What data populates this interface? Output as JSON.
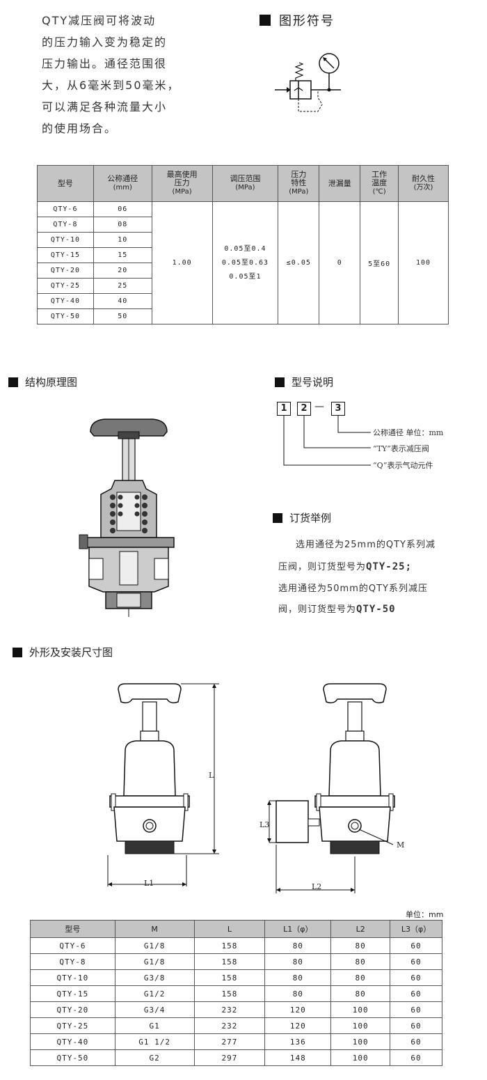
{
  "intro": {
    "lines": [
      "QTY减压阀可将波动",
      "的压力输入变为稳定的",
      "压力输出。通径范围很",
      "大，从6毫米到50毫米，",
      "可以满足各种流量大小",
      "的使用场合。"
    ]
  },
  "sections": {
    "symbol": "图形符号",
    "structure": "结构原理图",
    "model_desc": "型号说明",
    "order": "订货举例",
    "dimensions": "外形及安装尺寸图"
  },
  "spec_table": {
    "headers": {
      "model": "型号",
      "bore": "公称通径",
      "bore_unit": "(mm)",
      "maxp1": "最高使用",
      "maxp2": "压力",
      "maxp_unit": "(MPa)",
      "range": "调压范围",
      "range_unit": "(MPa)",
      "pchar1": "压力",
      "pchar2": "特性",
      "pchar_unit": "(MPa)",
      "leak": "泄漏量",
      "temp1": "工作",
      "temp2": "温度",
      "temp_unit": "(℃)",
      "dur": "耐久性",
      "dur_unit": "(万次)"
    },
    "rows": [
      {
        "model": "QTY-6",
        "bore": "06"
      },
      {
        "model": "QTY-8",
        "bore": "08"
      },
      {
        "model": "QTY-10",
        "bore": "10"
      },
      {
        "model": "QTY-15",
        "bore": "15"
      },
      {
        "model": "QTY-20",
        "bore": "20"
      },
      {
        "model": "QTY-25",
        "bore": "25"
      },
      {
        "model": "QTY-40",
        "bore": "40"
      },
      {
        "model": "QTY-50",
        "bore": "50"
      }
    ],
    "shared": {
      "max_pressure": "1.00",
      "range1": "0.05至0.4",
      "range2": "0.05至0.63",
      "range3": "0.05至1",
      "pchar": "≤0.05",
      "leak": "0",
      "temp": "5至60",
      "durability": "100"
    }
  },
  "model_code": {
    "box1": "1",
    "box2": "2",
    "dash": "—",
    "box3": "3",
    "desc3": "公称通径 单位：mm",
    "desc2": "“TY”表示减压阀",
    "desc1": "“Q”表示气动元件"
  },
  "order": {
    "line1": "选用通径为25mm的QTY系列减",
    "line2a": "压阀，则订货型号为",
    "line2b": "QTY-25;",
    "line3": "选用通径为50mm的QTY系列减压",
    "line4a": "阀，则订货型号为",
    "line4b": "QTY-50"
  },
  "drawing_labels": {
    "L": "L",
    "L1": "L1",
    "L2": "L2",
    "L3": "L3",
    "M": "M"
  },
  "dims_table": {
    "unit": "单位：mm",
    "headers": [
      "型号",
      "M",
      "L",
      "L1（φ）",
      "L2",
      "L3（φ）"
    ],
    "rows": [
      [
        "QTY-6",
        "G1/8",
        "158",
        "80",
        "80",
        "60"
      ],
      [
        "QTY-8",
        "G1/8",
        "158",
        "80",
        "80",
        "60"
      ],
      [
        "QTY-10",
        "G3/8",
        "158",
        "80",
        "80",
        "60"
      ],
      [
        "QTY-15",
        "G1/2",
        "158",
        "80",
        "80",
        "60"
      ],
      [
        "QTY-20",
        "G3/4",
        "232",
        "120",
        "100",
        "60"
      ],
      [
        "QTY-25",
        "G1",
        "232",
        "120",
        "100",
        "60"
      ],
      [
        "QTY-40",
        "G1 1/2",
        "277",
        "136",
        "100",
        "60"
      ],
      [
        "QTY-50",
        "G2",
        "297",
        "148",
        "100",
        "60"
      ]
    ]
  }
}
